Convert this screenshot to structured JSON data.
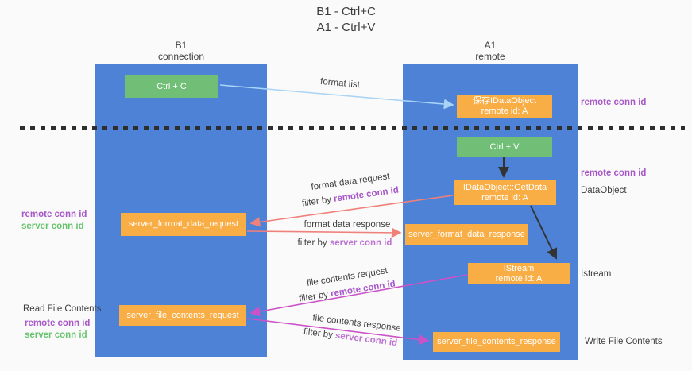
{
  "title": {
    "line1": "B1 - Ctrl+C",
    "line2": "A1 - Ctrl+V"
  },
  "columns": {
    "left": {
      "header_line1": "B1",
      "header_line2": "connection"
    },
    "right": {
      "header_line1": "A1",
      "header_line2": "remote"
    }
  },
  "boxes": {
    "ctrl_c": {
      "label": "Ctrl + C"
    },
    "save_dataobject": {
      "line1": "保存IDataObject",
      "line2": "remote id: A"
    },
    "ctrl_v": {
      "label": "Ctrl + V"
    },
    "getdata": {
      "line1": "IDataObject::GetData",
      "line2": "remote id: A"
    },
    "format_request": {
      "label": "server_format_data_request"
    },
    "format_response": {
      "label": "server_format_data_response"
    },
    "istream": {
      "line1": "IStream",
      "line2": "remote id: A"
    },
    "file_request": {
      "label": "server_file_contents_request"
    },
    "file_response": {
      "label": "server_file_contents_response"
    }
  },
  "arrow_labels": {
    "format_list": "format list",
    "format_data_request": {
      "line1": "format data request",
      "prefix": "filter by ",
      "key": "remote conn id"
    },
    "format_data_response": {
      "line1": "format data response",
      "prefix": "filter by ",
      "key": "server conn id"
    },
    "file_contents_request": {
      "line1": "file contents request",
      "prefix": "filter by ",
      "key": "remote conn id"
    },
    "file_contents_response": {
      "line1": "file contents response",
      "prefix": "filter by ",
      "key": "server conn id"
    }
  },
  "side_labels": {
    "right_top_remote": "remote conn id",
    "right_mid_remote": "remote conn id",
    "dataobject": "DataObject",
    "istream": "Istream",
    "write_file": "Write File Contents",
    "left_mid_remote": "remote conn id",
    "left_mid_server": "server conn id",
    "read_file": "Read File Contents",
    "left_bottom_remote": "remote conn id",
    "left_bottom_server": "server conn id"
  },
  "colors": {
    "column_blue": "#4d82d6",
    "box_green": "#71bf76",
    "box_orange": "#f9ad45",
    "arrow_salmon": "#f0807a",
    "arrow_magenta": "#cc52c8",
    "arrow_lightblue": "#aad4f5",
    "label_purple": "#a757c8",
    "label_light_purple": "#bd72d2",
    "label_green": "#67c46e",
    "text_dark": "#3f3f3f"
  }
}
